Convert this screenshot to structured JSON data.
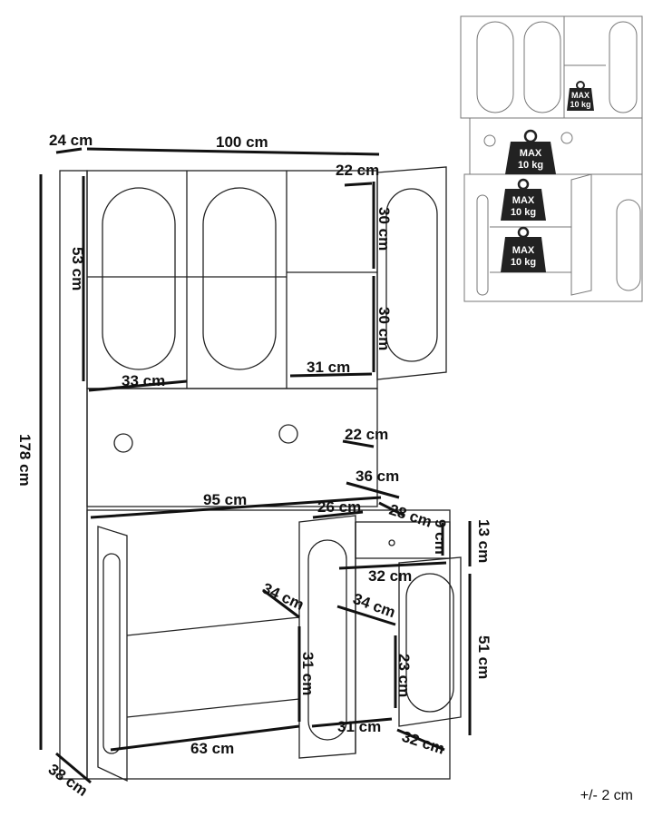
{
  "dimensions": {
    "depth_top": "24 cm",
    "width_top": "100 cm",
    "shelf_depth_top": "22 cm",
    "compartment_height_upper": "30 cm",
    "compartment_height_lower": "30 cm",
    "top_height": "53 cm",
    "door_width_top": "33 cm",
    "inner_width_top": "31 cm",
    "middle_depth": "22 cm",
    "total_height": "178 cm",
    "base_depth_side": "36 cm",
    "base_width": "95 cm",
    "drawer_width": "26 cm",
    "drawer_depth": "28 cm",
    "drawer_inner_height": "9 cm",
    "drawer_height": "13 cm",
    "door_width_small": "32 cm",
    "shelf_depth_left": "34 cm",
    "shelf_depth_right": "34 cm",
    "base_door_height": "51 cm",
    "inner_height_left": "31 cm",
    "inner_height_right": "23 cm",
    "inner_width_right": "31 cm",
    "inner_width_left": "63 cm",
    "door_width_right": "32 cm",
    "depth_base": "38 cm"
  },
  "tolerance": "+/- 2 cm",
  "load_badges": [
    {
      "line1": "MAX",
      "line2": "10 kg"
    },
    {
      "line1": "MAX",
      "line2": "10 kg"
    },
    {
      "line1": "MAX",
      "line2": "10 kg"
    },
    {
      "line1": "MAX",
      "line2": "10 kg"
    }
  ]
}
